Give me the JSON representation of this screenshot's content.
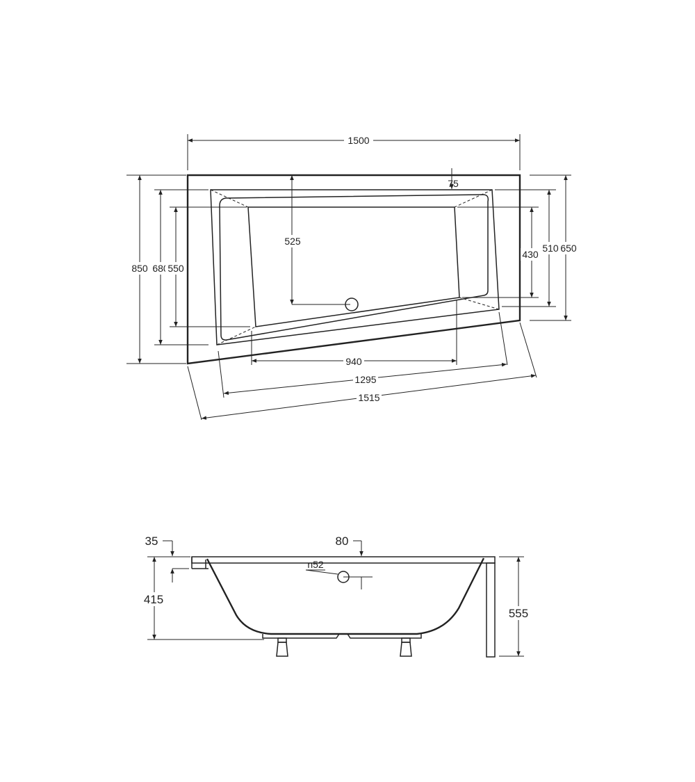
{
  "plan_view": {
    "dims": {
      "overall_length": "1500",
      "overall_width": "850",
      "inner_width": "680",
      "basin_width": "550",
      "right_depth_outer": "650",
      "right_depth_mid": "510",
      "right_depth_inner": "430",
      "drain_offset": "525",
      "rim_offset": "75",
      "basin_length": "940",
      "inner_length": "1295",
      "front_length": "1515"
    }
  },
  "side_view": {
    "dims": {
      "rim_thickness": "35",
      "overflow_offset": "80",
      "overflow_diameter": "n52",
      "basin_depth": "415",
      "total_height": "555"
    }
  }
}
